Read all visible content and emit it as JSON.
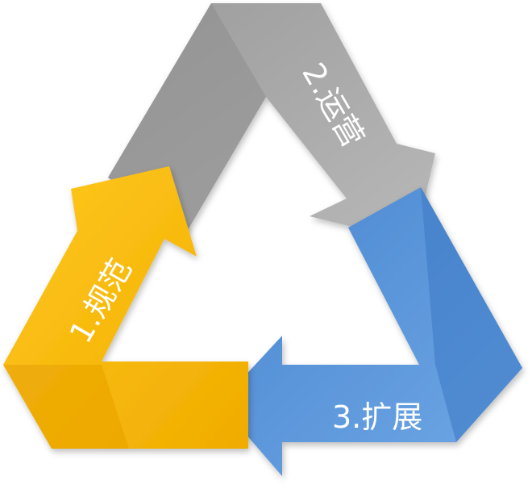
{
  "diagram": {
    "steps": [
      {
        "label": "1.规范",
        "color": "#F7B90B",
        "color_dark": "#E09C00",
        "color_light": "#FFCC2E"
      },
      {
        "label": "2.运营",
        "color": "#A9A9A9",
        "color_dark": "#8C8C8C",
        "color_light": "#BDBDBD"
      },
      {
        "label": "3.扩展",
        "color": "#5D9ADB",
        "color_dark": "#3F79BF",
        "color_light": "#7DB2EA"
      }
    ]
  }
}
